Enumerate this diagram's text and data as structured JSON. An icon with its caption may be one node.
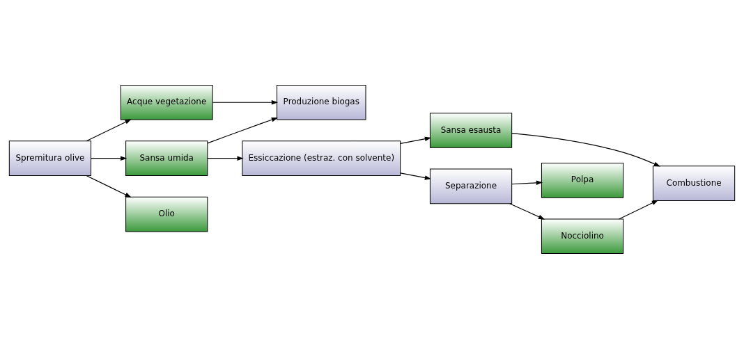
{
  "diagram": {
    "nodes": [
      {
        "text": [
          "Spremitura olive"
        ]
      },
      {
        "text": [
          "Acque vegetazione"
        ]
      },
      {
        "text": [
          "Produzione biogas"
        ]
      },
      {
        "text": [
          "Combustione"
        ]
      },
      {
        "text": [
          "Sansa umida"
        ]
      },
      {
        "text": [
          "Olio"
        ]
      },
      {
        "text": [
          "Essiccazione (estraz. con solvente)"
        ]
      },
      {
        "text": [
          "Sansa esausta"
        ]
      },
      {
        "text": [
          "Polpa"
        ]
      },
      {
        "text": [
          "Separazione"
        ]
      },
      {
        "text": [
          "Nocciolino"
        ]
      }
    ],
    "edges": [
      {
        "from": 0,
        "to": 1,
        "arrow": "to"
      },
      {
        "from": 1,
        "to": 2,
        "arrow": "to"
      },
      {
        "from": 0,
        "to": 4,
        "arrow": "to"
      },
      {
        "from": 0,
        "to": 5,
        "arrow": "to"
      },
      {
        "from": 4,
        "to": 2,
        "arrow": "to"
      },
      {
        "from": 4,
        "to": 6,
        "arrow": "to"
      },
      {
        "from": 6,
        "to": 7,
        "arrow": "to"
      },
      {
        "from": 7,
        "to": 3,
        "arrow": "to"
      },
      {
        "from": 6,
        "to": 9,
        "arrow": "to"
      },
      {
        "from": 9,
        "to": 8,
        "arrow": "to"
      },
      {
        "from": 9,
        "to": 10,
        "arrow": "to"
      },
      {
        "from": 10,
        "to": 3,
        "arrow": "to"
      }
    ]
  }
}
